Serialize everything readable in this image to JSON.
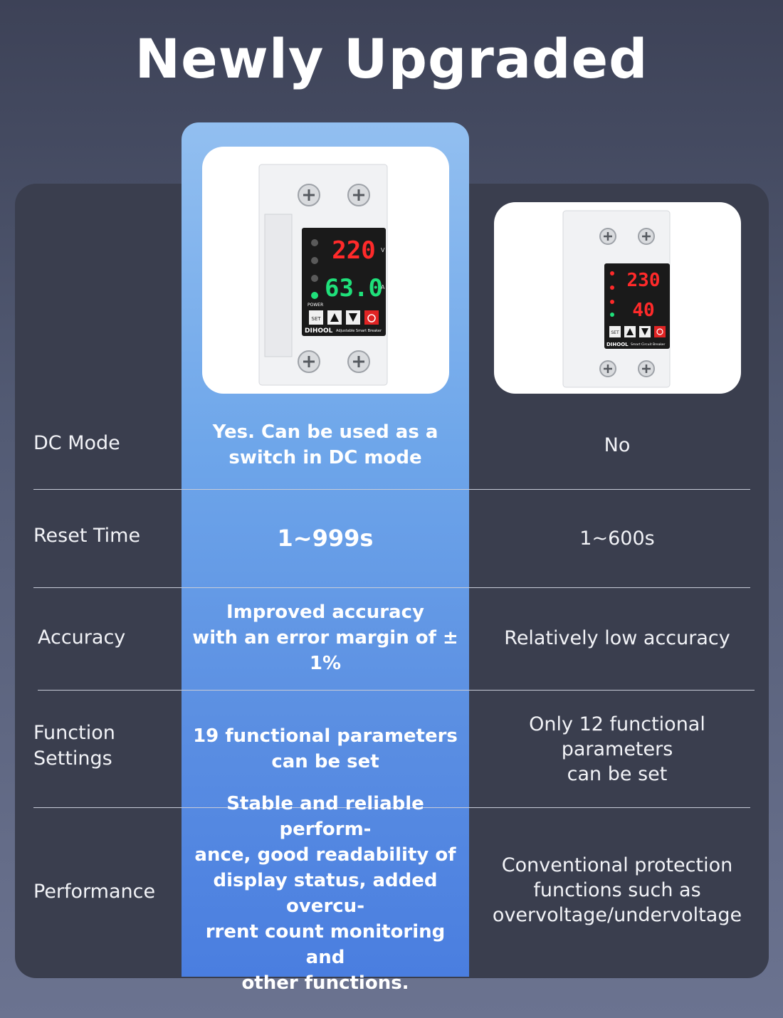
{
  "title": "Newly Upgraded",
  "products": {
    "new": {
      "brand": "DIHOOL",
      "subtitle": "Adjustable Smart Breaker",
      "display_top": "220",
      "display_top_unit": "V",
      "display_bottom": "63.0",
      "display_bottom_unit": "A",
      "set_label": "SET",
      "power_label": "POWER"
    },
    "old": {
      "brand": "DIHOOL",
      "subtitle": "Smart Circuit Breaker",
      "display_top": "230",
      "display_bottom": "40",
      "set_label": "SET"
    }
  },
  "rows": [
    {
      "label": "DC Mode",
      "new": "Yes. Can be used as a\nswitch in DC mode",
      "old": "No"
    },
    {
      "label": "Reset Time",
      "new": "1~999s",
      "old": "1~600s"
    },
    {
      "label": "Accuracy",
      "new": "Improved accuracy\nwith an error margin of ± 1%",
      "old": "Relatively low accuracy"
    },
    {
      "label": "Function\nSettings",
      "new": "19 functional parameters\ncan be set",
      "old": "Only 12 functional parameters\ncan be set"
    },
    {
      "label": "Performance",
      "new": "Stable and reliable perform-\nance, good readability of\ndisplay status, added overcu-\nrrent count monitoring and\nother functions.",
      "old": "Conventional protection\nfunctions such as\novervoltage/undervoltage"
    }
  ],
  "colors": {
    "highlight_top": "#92bff0",
    "highlight_bottom": "#4a7ee0",
    "panel": "#3a3e4e",
    "display_red": "#ff2a2a",
    "display_green": "#1fe07a"
  }
}
